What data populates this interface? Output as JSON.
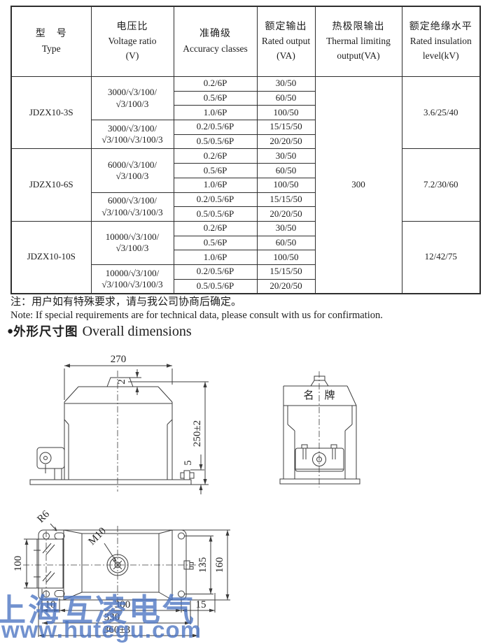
{
  "colors": {
    "border": "#2e2e2e",
    "watermark_blue": "#4b74c2",
    "ink": "#1d1d1d"
  },
  "table": {
    "headers": [
      {
        "l1": "型　号",
        "l2": "Type"
      },
      {
        "l1": "电压比",
        "l2": "Voltage ratio",
        "l3": "(V)"
      },
      {
        "l1": "准确级",
        "l2": "Accuracy classes"
      },
      {
        "l1": "额定输出",
        "l2": "Rated output",
        "l3": "(VA)"
      },
      {
        "l1": "热极限输出",
        "l2": "Thermal limiting",
        "l3": "output(VA)"
      },
      {
        "l1": "额定绝缘水平",
        "l2": "Rated insulation",
        "l3": "level(kV)"
      }
    ],
    "thermal": "300",
    "groups": [
      {
        "type": "JDZX10-3S",
        "ins": "3.6/25/40",
        "ra": {
          "l1": "3000/√3/100/",
          "l2": "√3/100/3"
        },
        "rb": {
          "l1": "3000/√3/100/",
          "l2": "√3/100/√3/100/3"
        },
        "rows": [
          {
            "acc": "0.2/6P",
            "out": "30/50"
          },
          {
            "acc": "0.5/6P",
            "out": "60/50"
          },
          {
            "acc": "1.0/6P",
            "out": "100/50"
          },
          {
            "acc": "0.2/0.5/6P",
            "out": "15/15/50"
          },
          {
            "acc": "0.5/0.5/6P",
            "out": "20/20/50"
          }
        ]
      },
      {
        "type": "JDZX10-6S",
        "ins": "7.2/30/60",
        "ra": {
          "l1": "6000/√3/100/",
          "l2": "√3/100/3"
        },
        "rb": {
          "l1": "6000/√3/100/",
          "l2": "√3/100/√3/100/3"
        },
        "rows": [
          {
            "acc": "0.2/6P",
            "out": "30/50"
          },
          {
            "acc": "0.5/6P",
            "out": "60/50"
          },
          {
            "acc": "1.0/6P",
            "out": "100/50"
          },
          {
            "acc": "0.2/0.5/6P",
            "out": "15/15/50"
          },
          {
            "acc": "0.5/0.5/6P",
            "out": "20/20/50"
          }
        ]
      },
      {
        "type": "JDZX10-10S",
        "ins": "12/42/75",
        "ra": {
          "l1": "10000/√3/100/",
          "l2": "√3/100/3"
        },
        "rb": {
          "l1": "10000/√3/100/",
          "l2": "√3/100/√3/100/3"
        },
        "rows": [
          {
            "acc": "0.2/6P",
            "out": "30/50"
          },
          {
            "acc": "0.5/6P",
            "out": "60/50"
          },
          {
            "acc": "1.0/6P",
            "out": "100/50"
          },
          {
            "acc": "0.2/0.5/6P",
            "out": "15/15/50"
          },
          {
            "acc": "0.5/0.5/6P",
            "out": "20/20/50"
          }
        ]
      }
    ]
  },
  "notes": {
    "zh": "注：用户如有特殊要求，请与我公司协商后确定。",
    "en": "Note: If special requirements are for technical data, please consult with us for confirmation."
  },
  "section": {
    "bullet": "●",
    "zh": "外形尺寸图",
    "en": "Overall dimensions"
  },
  "drawings": {
    "front": {
      "w": "270",
      "bump": "2",
      "h": "250±2",
      "bolt_gap": "5"
    },
    "side": {
      "nameplate": "名　牌"
    },
    "top": {
      "fillet": "R6",
      "bolt": "M10",
      "bracket_h": "100",
      "hole_span": "135",
      "depth": "160",
      "edge": "10",
      "hole_pitch": "300",
      "edge_right": "15",
      "slot_pitch": "330",
      "overall": "360±3"
    }
  },
  "watermark": {
    "line1": "上海互凌电气",
    "line2": "www.hutegu.com"
  }
}
